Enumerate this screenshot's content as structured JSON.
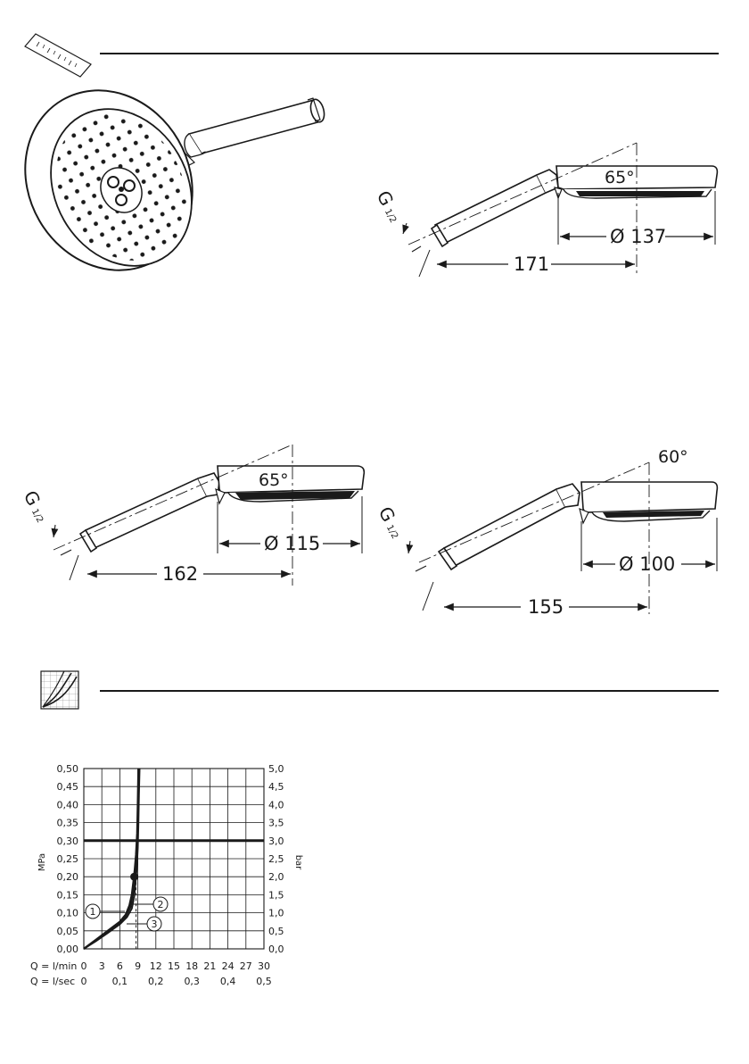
{
  "section_dimensions": {
    "icon": "ruler-icon"
  },
  "section_flow": {
    "icon": "flow-diagram-icon"
  },
  "drawing_d137": {
    "angle": "65°",
    "diameter": "Ø 137",
    "length": "171",
    "thread_g": "G",
    "thread_size": "1/2"
  },
  "drawing_d115": {
    "angle": "65°",
    "diameter": "Ø 115",
    "length": "162",
    "thread_g": "G",
    "thread_size": "1/2"
  },
  "drawing_d100": {
    "angle": "60°",
    "diameter": "Ø 100",
    "length": "155",
    "thread_g": "G",
    "thread_size": "1/2"
  },
  "chart_data": {
    "type": "line",
    "title": "",
    "xlabel": "Q = l/min",
    "xlabel_secondary": "Q = l/sec",
    "ylabel_left": "MPa",
    "ylabel_right": "bar",
    "x_ticks_lmin": [
      "0",
      "3",
      "6",
      "9",
      "12",
      "15",
      "18",
      "21",
      "24",
      "27",
      "30"
    ],
    "x_ticks_lsec": [
      "0",
      "0,1",
      "0,2",
      "0,3",
      "0,4",
      "0,5"
    ],
    "y_ticks_mpa": [
      "0,00",
      "0,05",
      "0,10",
      "0,15",
      "0,20",
      "0,25",
      "0,30",
      "0,35",
      "0,40",
      "0,45",
      "0,50"
    ],
    "y_ticks_bar": [
      "0,0",
      "0,5",
      "1,0",
      "1,5",
      "2,0",
      "2,5",
      "3,0",
      "3,5",
      "4,0",
      "4,5",
      "5,0"
    ],
    "xlim": [
      0,
      30
    ],
    "ylim": [
      0,
      0.5
    ],
    "grid": true,
    "reference_line_mpa": 0.3,
    "marker": {
      "x": 8.4,
      "y": 0.2
    },
    "dashed_x": 8.7,
    "series": [
      {
        "name": "1",
        "x": [
          0,
          2,
          4,
          6,
          7,
          7.6,
          8.0,
          8.3,
          8.5,
          8.7,
          8.9,
          9.0,
          9.1
        ],
        "y": [
          0,
          0.025,
          0.05,
          0.075,
          0.095,
          0.12,
          0.15,
          0.19,
          0.22,
          0.26,
          0.32,
          0.4,
          0.5
        ]
      },
      {
        "name": "2",
        "x": [
          0,
          2,
          4,
          6,
          7,
          7.8,
          8.2,
          8.5,
          8.7,
          8.9,
          9.0,
          9.1,
          9.2
        ],
        "y": [
          0,
          0.023,
          0.047,
          0.072,
          0.09,
          0.115,
          0.15,
          0.19,
          0.23,
          0.28,
          0.34,
          0.42,
          0.5
        ]
      },
      {
        "name": "3",
        "x": [
          0,
          2,
          4,
          6,
          7.2,
          8.0,
          8.4,
          8.6,
          8.8,
          9.0,
          9.1,
          9.2,
          9.3
        ],
        "y": [
          0,
          0.021,
          0.044,
          0.068,
          0.088,
          0.112,
          0.145,
          0.18,
          0.22,
          0.28,
          0.35,
          0.43,
          0.5
        ]
      }
    ],
    "callouts": [
      "1",
      "2",
      "3"
    ]
  }
}
